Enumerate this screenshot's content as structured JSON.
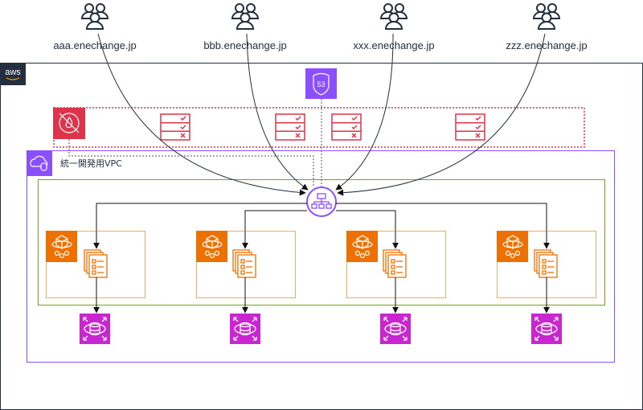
{
  "users": [
    {
      "label": "aaa.enechange.jp",
      "icon": "users-icon"
    },
    {
      "label": "bbb.enechange.jp",
      "icon": "users-icon"
    },
    {
      "label": "xxx.enechange.jp",
      "icon": "users-icon"
    },
    {
      "label": "zzz.enechange.jp",
      "icon": "users-icon"
    }
  ],
  "aws": {
    "logo": "aws",
    "color": "#232f3e"
  },
  "route53": {
    "label": "53",
    "color": "#8c4fff"
  },
  "waf": {
    "icon": "waf-icon",
    "color": "#dd344c"
  },
  "vpc": {
    "label": "統一開発用VPC",
    "color": "#8c4fff"
  },
  "subnet_color": "#7aa116",
  "service_color": "#ed7100",
  "rds_color": "#c925d1",
  "services": [
    {
      "icon": "ecs-service-icon"
    },
    {
      "icon": "ecs-service-icon"
    },
    {
      "icon": "ecs-service-icon"
    },
    {
      "icon": "ecs-service-icon"
    }
  ]
}
